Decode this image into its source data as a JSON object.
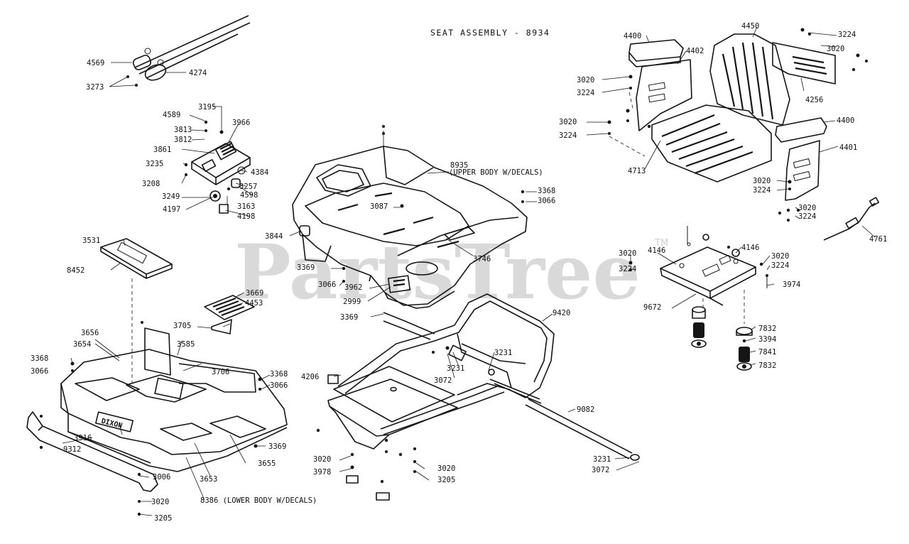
{
  "title": "SEAT ASSEMBLY - 8934",
  "watermark": {
    "text": "PartsTree",
    "mark": "TM"
  },
  "colors": {
    "line": "#151515",
    "background": "#ffffff",
    "watermark": "#cfcfcf"
  },
  "labels": [
    "4569",
    "4274",
    "3273",
    "3195",
    "3966",
    "4589",
    "3813",
    "3812",
    "3861",
    "3235",
    "4384",
    "3257",
    "3208",
    "4598",
    "3249",
    "3163",
    "4197",
    "4198",
    "3531",
    "8452",
    "3669",
    "4453",
    "3705",
    "3656",
    "3654",
    "3368",
    "3066",
    "3585",
    "3706",
    "3368",
    "3066",
    "3916",
    "9312",
    "3653",
    "3655",
    "3369",
    "3006",
    "3020",
    "8386 (LOWER BODY W/DECALS)",
    "3205",
    "8935",
    "(UPPER BODY W/DECALS)",
    "3368",
    "3066",
    "3087",
    "3844",
    "3746",
    "3369",
    "3066",
    "3962",
    "2999",
    "3369",
    "9420",
    "4206",
    "3231",
    "3231",
    "3072",
    "9082",
    "3020",
    "3978",
    "3020",
    "3205",
    "3231",
    "3072",
    "4400",
    "4402",
    "4450",
    "3224",
    "3020",
    "4256",
    "3020",
    "3224",
    "3020",
    "3224",
    "4400",
    "4713",
    "4401",
    "3020",
    "3224",
    "3020",
    "3224",
    "4761",
    "4146",
    "4146",
    "3020",
    "3224",
    "3020",
    "3224",
    "3974",
    "9672",
    "7832",
    "3394",
    "7841",
    "7832"
  ]
}
